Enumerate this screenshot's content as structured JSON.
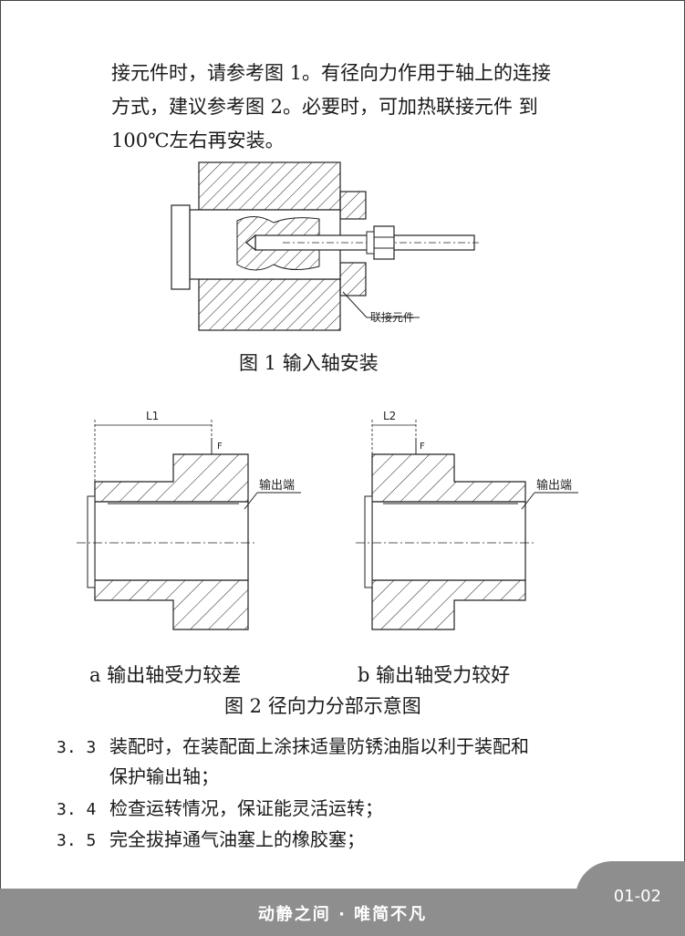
{
  "intro": {
    "line1": "接元件时，请参考图 1。有径向力作用于轴上的连接",
    "line2": "方式，建议参考图  2。必要时，可加热联接元件  到",
    "line3": "100℃左右再安装。"
  },
  "figure1": {
    "label_coupling": "联接元件",
    "caption": "图 1  输入轴安装"
  },
  "figure2": {
    "label_l1": "L1",
    "label_l2": "L2",
    "label_f": "F",
    "label_output": "输出端",
    "caption_a": "a  输出轴受力较差",
    "caption_b": "b 输出轴受力较好",
    "caption": "图 2  径向力分部示意图"
  },
  "steps": [
    {
      "num": "3. 3",
      "text": "装配时，在装配面上涂抹适量防锈油脂以利于装配和",
      "cont": "保护输出轴；"
    },
    {
      "num": "3. 4",
      "text": "检查运转情况，保证能灵活运转；"
    },
    {
      "num": "3. 5",
      "text": "完全拔掉通气油塞上的橡胶塞；"
    }
  ],
  "footer": {
    "slogan": "动静之间 · 唯简不凡",
    "page": "01-02"
  },
  "colors": {
    "footer_gray": "#8e8e8e",
    "text": "#1a1a1a"
  }
}
